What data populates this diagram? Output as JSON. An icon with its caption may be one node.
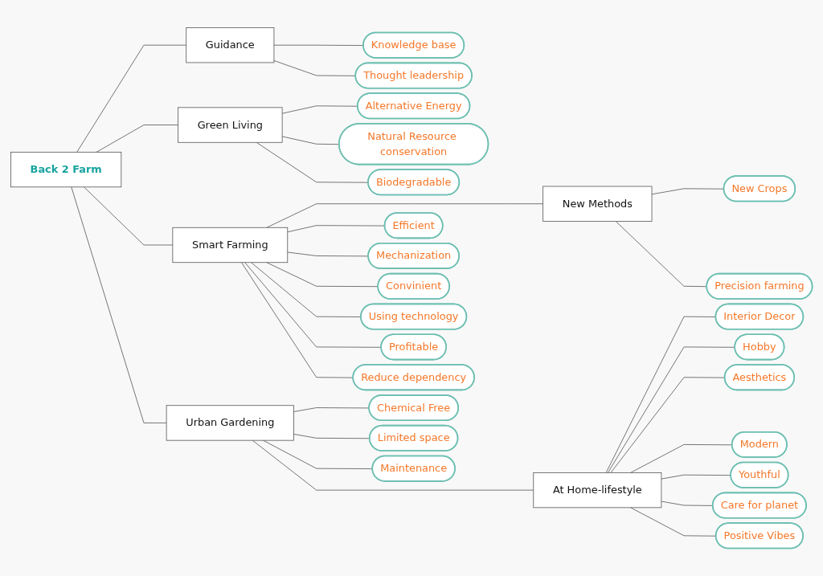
{
  "diagram": {
    "nodes": [
      {
        "text": [
          "Back 2 Farm"
        ]
      },
      {
        "text": [
          "Guidance"
        ]
      },
      {
        "text": [
          "Knowledge base"
        ]
      },
      {
        "text": [
          "Thought leadership"
        ]
      },
      {
        "text": [
          "Green Living"
        ]
      },
      {
        "text": [
          "Alternative Energy"
        ]
      },
      {
        "text": [
          "Natural Resource conservation"
        ]
      },
      {
        "text": [
          "Biodegradable"
        ]
      },
      {
        "text": [
          "New Methods"
        ]
      },
      {
        "text": [
          "New Crops"
        ]
      },
      {
        "text": [
          "Precision farming"
        ]
      },
      {
        "text": [
          "Smart Farming"
        ]
      },
      {
        "text": [
          "Efficient"
        ]
      },
      {
        "text": [
          "Mechanization"
        ]
      },
      {
        "text": [
          "Convinient"
        ]
      },
      {
        "text": [
          "Using technology"
        ]
      },
      {
        "text": [
          "Profitable"
        ]
      },
      {
        "text": [
          "Reduce dependency"
        ]
      },
      {
        "text": [
          "Urban Gardening"
        ]
      },
      {
        "text": [
          "Chemical Free"
        ]
      },
      {
        "text": [
          "Limited space"
        ]
      },
      {
        "text": [
          "Maintenance"
        ]
      },
      {
        "text": [
          "At Home-lifestyle"
        ]
      },
      {
        "text": [
          "Interior Decor"
        ]
      },
      {
        "text": [
          "Hobby"
        ]
      },
      {
        "text": [
          "Aesthetics"
        ]
      },
      {
        "text": [
          "Modern"
        ]
      },
      {
        "text": [
          "Youthful"
        ]
      },
      {
        "text": [
          "Care for planet"
        ]
      },
      {
        "text": [
          "Positive Vibes"
        ]
      }
    ],
    "edges": [
      {
        "from": 0,
        "to": 1,
        "arrow": "none"
      },
      {
        "from": 1,
        "to": 2,
        "arrow": "none"
      },
      {
        "from": 1,
        "to": 3,
        "arrow": "none"
      },
      {
        "from": 0,
        "to": 4,
        "arrow": "none"
      },
      {
        "from": 4,
        "to": 5,
        "arrow": "none"
      },
      {
        "from": 4,
        "to": 6,
        "arrow": "none"
      },
      {
        "from": 4,
        "to": 7,
        "arrow": "none"
      },
      {
        "from": 11,
        "to": 8,
        "arrow": "none"
      },
      {
        "from": 8,
        "to": 9,
        "arrow": "none"
      },
      {
        "from": 8,
        "to": 10,
        "arrow": "none"
      },
      {
        "from": 0,
        "to": 11,
        "arrow": "none"
      },
      {
        "from": 11,
        "to": 12,
        "arrow": "none"
      },
      {
        "from": 11,
        "to": 13,
        "arrow": "none"
      },
      {
        "from": 11,
        "to": 14,
        "arrow": "none"
      },
      {
        "from": 11,
        "to": 15,
        "arrow": "none"
      },
      {
        "from": 11,
        "to": 16,
        "arrow": "none"
      },
      {
        "from": 11,
        "to": 17,
        "arrow": "none"
      },
      {
        "from": 0,
        "to": 18,
        "arrow": "none"
      },
      {
        "from": 18,
        "to": 19,
        "arrow": "none"
      },
      {
        "from": 18,
        "to": 20,
        "arrow": "none"
      },
      {
        "from": 18,
        "to": 21,
        "arrow": "none"
      },
      {
        "from": 18,
        "to": 22,
        "arrow": "none"
      },
      {
        "from": 22,
        "to": 23,
        "arrow": "none"
      },
      {
        "from": 22,
        "to": 24,
        "arrow": "none"
      },
      {
        "from": 22,
        "to": 25,
        "arrow": "none"
      },
      {
        "from": 22,
        "to": 26,
        "arrow": "none"
      },
      {
        "from": 22,
        "to": 27,
        "arrow": "none"
      },
      {
        "from": 22,
        "to": 28,
        "arrow": "none"
      },
      {
        "from": 22,
        "to": 29,
        "arrow": "none"
      }
    ]
  }
}
